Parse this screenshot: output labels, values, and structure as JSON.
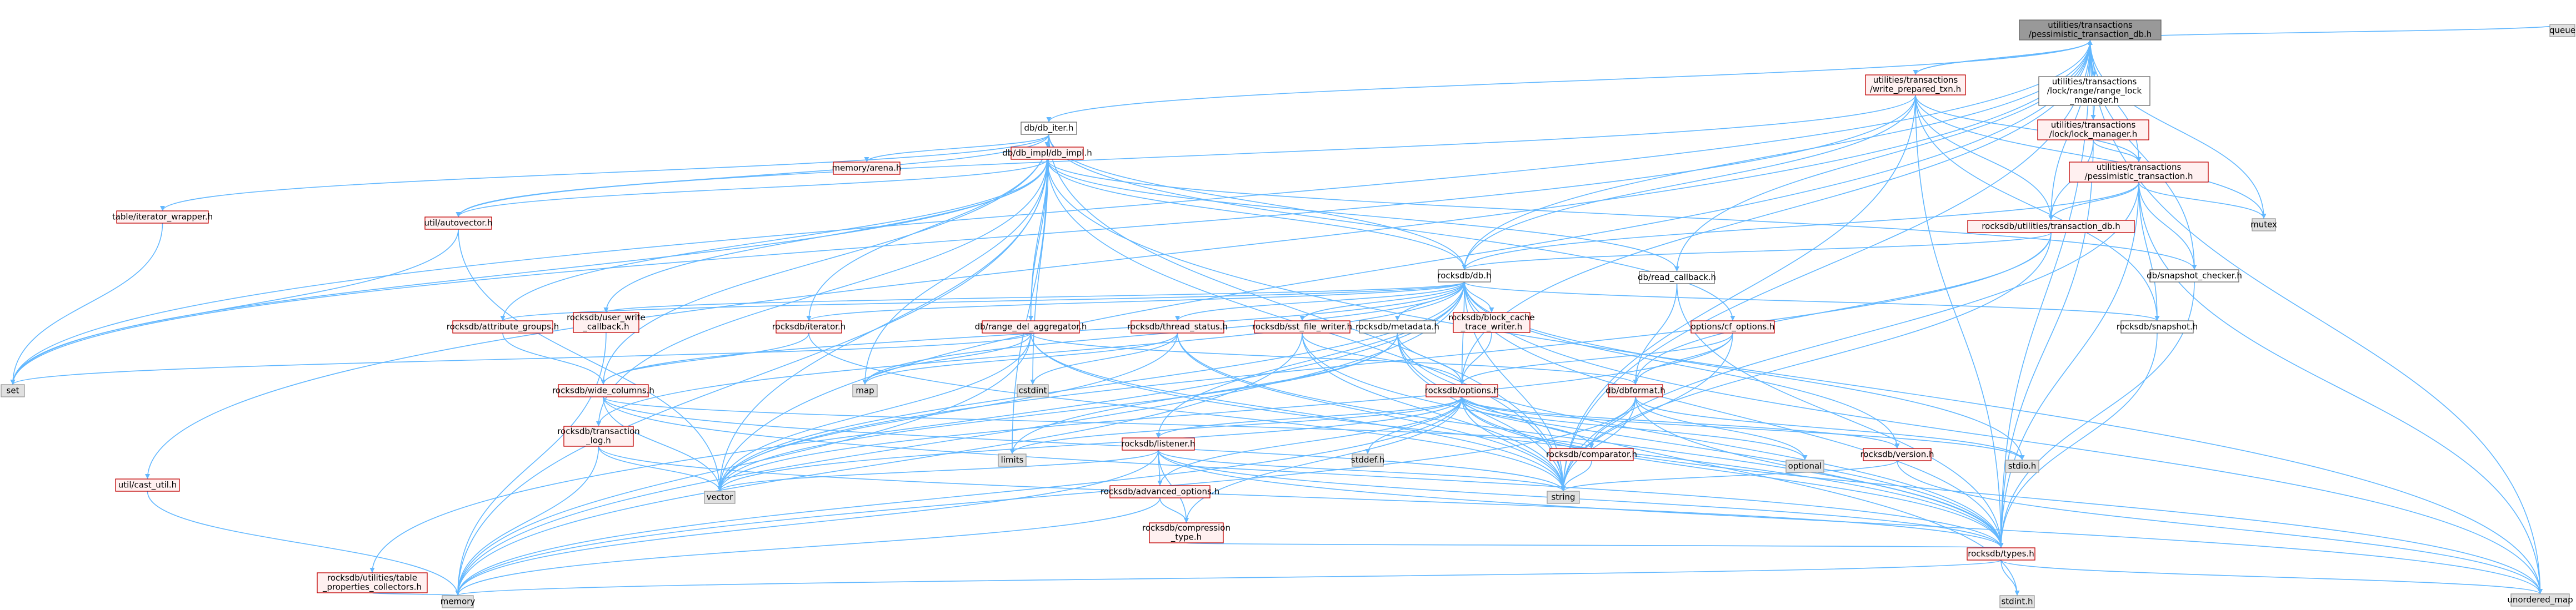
{
  "nodes": [
    {
      "id": "root",
      "lines": [
        "utilities/transactions",
        "/pessimistic_transaction_db.h"
      ],
      "kind": "root"
    },
    {
      "id": "queue",
      "lines": [
        "queue"
      ],
      "kind": "sys"
    },
    {
      "id": "lock_mgr_rl",
      "lines": [
        "utilities/transactions",
        "/lock/range/range_lock",
        "_manager.h"
      ],
      "kind": "plain"
    },
    {
      "id": "write_prepared",
      "lines": [
        "utilities/transactions",
        "/write_prepared_txn.h"
      ],
      "kind": "red"
    },
    {
      "id": "lock_mgr",
      "lines": [
        "utilities/transactions",
        "/lock/lock_manager.h"
      ],
      "kind": "red"
    },
    {
      "id": "pess_txn",
      "lines": [
        "utilities/transactions",
        "/pessimistic_transaction.h"
      ],
      "kind": "red"
    },
    {
      "id": "db_iter",
      "lines": [
        "db/db_iter.h"
      ],
      "kind": "plain"
    },
    {
      "id": "txn_db",
      "lines": [
        "rocksdb/utilities/transaction_db.h"
      ],
      "kind": "red"
    },
    {
      "id": "mutex",
      "lines": [
        "mutex"
      ],
      "kind": "sys"
    },
    {
      "id": "db_impl",
      "lines": [
        "db/db_impl/db_impl.h"
      ],
      "kind": "red"
    },
    {
      "id": "memory_arena",
      "lines": [
        "memory/arena.h"
      ],
      "kind": "red"
    },
    {
      "id": "table_iter_wrapper",
      "lines": [
        "table/iterator_wrapper.h"
      ],
      "kind": "red"
    },
    {
      "id": "autovector",
      "lines": [
        "util/autovector.h"
      ],
      "kind": "red"
    },
    {
      "id": "rocksdb_db",
      "lines": [
        "rocksdb/db.h"
      ],
      "kind": "plain"
    },
    {
      "id": "read_callback",
      "lines": [
        "db/read_callback.h"
      ],
      "kind": "plain"
    },
    {
      "id": "snapshot_checker",
      "lines": [
        "db/snapshot_checker.h"
      ],
      "kind": "plain"
    },
    {
      "id": "attribute_groups",
      "lines": [
        "rocksdb/attribute_groups.h"
      ],
      "kind": "red"
    },
    {
      "id": "user_write_cb",
      "lines": [
        "rocksdb/user_write",
        "_callback.h"
      ],
      "kind": "red"
    },
    {
      "id": "iterator",
      "lines": [
        "rocksdb/iterator.h"
      ],
      "kind": "red"
    },
    {
      "id": "range_del_agg",
      "lines": [
        "db/range_del_aggregator.h"
      ],
      "kind": "red"
    },
    {
      "id": "thread_status",
      "lines": [
        "rocksdb/thread_status.h"
      ],
      "kind": "red"
    },
    {
      "id": "sst_file_writer",
      "lines": [
        "rocksdb/sst_file_writer.h"
      ],
      "kind": "red"
    },
    {
      "id": "metadata",
      "lines": [
        "rocksdb/metadata.h"
      ],
      "kind": "plain"
    },
    {
      "id": "block_cache_trace",
      "lines": [
        "rocksdb/block_cache",
        "_trace_writer.h"
      ],
      "kind": "red"
    },
    {
      "id": "cf_options",
      "lines": [
        "options/cf_options.h"
      ],
      "kind": "red"
    },
    {
      "id": "snapshot",
      "lines": [
        "rocksdb/snapshot.h"
      ],
      "kind": "plain"
    },
    {
      "id": "set",
      "lines": [
        "set"
      ],
      "kind": "sys"
    },
    {
      "id": "map",
      "lines": [
        "map"
      ],
      "kind": "sys"
    },
    {
      "id": "cstdint",
      "lines": [
        "cstdint"
      ],
      "kind": "sys"
    },
    {
      "id": "wide_columns",
      "lines": [
        "rocksdb/wide_columns.h"
      ],
      "kind": "red"
    },
    {
      "id": "options",
      "lines": [
        "rocksdb/options.h"
      ],
      "kind": "red"
    },
    {
      "id": "dbformat",
      "lines": [
        "db/dbformat.h"
      ],
      "kind": "red"
    },
    {
      "id": "stdio",
      "lines": [
        "stdio.h"
      ],
      "kind": "sys"
    },
    {
      "id": "limits",
      "lines": [
        "limits"
      ],
      "kind": "sys"
    },
    {
      "id": "txn_log",
      "lines": [
        "rocksdb/transaction",
        "_log.h"
      ],
      "kind": "red"
    },
    {
      "id": "stddef",
      "lines": [
        "stddef.h"
      ],
      "kind": "sys"
    },
    {
      "id": "listener",
      "lines": [
        "rocksdb/listener.h"
      ],
      "kind": "red"
    },
    {
      "id": "comparator",
      "lines": [
        "rocksdb/comparator.h"
      ],
      "kind": "red"
    },
    {
      "id": "optional",
      "lines": [
        "optional"
      ],
      "kind": "sys"
    },
    {
      "id": "version",
      "lines": [
        "rocksdb/version.h"
      ],
      "kind": "red"
    },
    {
      "id": "vector",
      "lines": [
        "vector"
      ],
      "kind": "sys"
    },
    {
      "id": "string",
      "lines": [
        "string"
      ],
      "kind": "sys"
    },
    {
      "id": "adv_options",
      "lines": [
        "rocksdb/advanced_options.h"
      ],
      "kind": "red"
    },
    {
      "id": "compression_type",
      "lines": [
        "rocksdb/compression",
        "_type.h"
      ],
      "kind": "red"
    },
    {
      "id": "cast_util",
      "lines": [
        "util/cast_util.h"
      ],
      "kind": "red"
    },
    {
      "id": "tbl_props_coll",
      "lines": [
        "rocksdb/utilities/table",
        "_properties_collectors.h"
      ],
      "kind": "red"
    },
    {
      "id": "types",
      "lines": [
        "rocksdb/types.h"
      ],
      "kind": "red"
    },
    {
      "id": "memory",
      "lines": [
        "memory"
      ],
      "kind": "sys"
    },
    {
      "id": "stdint",
      "lines": [
        "stdint.h"
      ],
      "kind": "sys"
    },
    {
      "id": "unordered_map",
      "lines": [
        "unordered_map"
      ],
      "kind": "sys"
    }
  ],
  "edges": [
    [
      "root",
      "queue"
    ],
    [
      "root",
      "lock_mgr_rl"
    ],
    [
      "root",
      "write_prepared"
    ],
    [
      "root",
      "lock_mgr"
    ],
    [
      "root",
      "pess_txn"
    ],
    [
      "root",
      "db_iter"
    ],
    [
      "root",
      "txn_db"
    ],
    [
      "root",
      "mutex"
    ],
    [
      "root",
      "rocksdb_db"
    ],
    [
      "root",
      "read_callback"
    ],
    [
      "root",
      "snapshot_checker"
    ],
    [
      "root",
      "options"
    ],
    [
      "root",
      "set"
    ],
    [
      "root",
      "vector"
    ],
    [
      "root",
      "string"
    ],
    [
      "root",
      "unordered_map"
    ],
    [
      "root",
      "cast_util"
    ],
    [
      "root",
      "types"
    ],
    [
      "lock_mgr_rl",
      "lock_mgr"
    ],
    [
      "write_prepared",
      "root"
    ],
    [
      "write_prepared",
      "pess_txn"
    ],
    [
      "write_prepared",
      "txn_db"
    ],
    [
      "write_prepared",
      "mutex"
    ],
    [
      "write_prepared",
      "rocksdb_db"
    ],
    [
      "write_prepared",
      "autovector"
    ],
    [
      "write_prepared",
      "snapshot"
    ],
    [
      "write_prepared",
      "set"
    ],
    [
      "write_prepared",
      "string"
    ],
    [
      "write_prepared",
      "types"
    ],
    [
      "lock_mgr",
      "pess_txn"
    ],
    [
      "lock_mgr",
      "txn_db"
    ],
    [
      "lock_mgr",
      "types"
    ],
    [
      "pess_txn",
      "txn_db"
    ],
    [
      "pess_txn",
      "rocksdb_db"
    ],
    [
      "pess_txn",
      "snapshot"
    ],
    [
      "pess_txn",
      "mutex"
    ],
    [
      "pess_txn",
      "snapshot_checker"
    ],
    [
      "pess_txn",
      "unordered_map"
    ],
    [
      "pess_txn",
      "string"
    ],
    [
      "pess_txn",
      "types"
    ],
    [
      "db_iter",
      "memory_arena"
    ],
    [
      "db_iter",
      "table_iter_wrapper"
    ],
    [
      "db_iter",
      "autovector"
    ],
    [
      "db_iter",
      "db_impl"
    ],
    [
      "db_iter",
      "rocksdb_db"
    ],
    [
      "db_iter",
      "range_del_agg"
    ],
    [
      "db_iter",
      "cf_options"
    ],
    [
      "db_iter",
      "iterator"
    ],
    [
      "db_iter",
      "string"
    ],
    [
      "db_iter",
      "cstdint"
    ],
    [
      "db_iter",
      "wide_columns"
    ],
    [
      "txn_db",
      "rocksdb_db"
    ],
    [
      "txn_db",
      "dbformat"
    ],
    [
      "txn_db",
      "string"
    ],
    [
      "txn_db",
      "vector"
    ],
    [
      "db_impl",
      "rocksdb_db"
    ],
    [
      "db_impl",
      "read_callback"
    ],
    [
      "db_impl",
      "snapshot_checker"
    ],
    [
      "db_impl",
      "autovector"
    ],
    [
      "db_impl",
      "range_del_agg"
    ],
    [
      "db_impl",
      "attribute_groups"
    ],
    [
      "db_impl",
      "user_write_cb"
    ],
    [
      "db_impl",
      "map"
    ],
    [
      "db_impl",
      "set"
    ],
    [
      "db_impl",
      "limits"
    ],
    [
      "db_impl",
      "vector"
    ],
    [
      "db_impl",
      "string"
    ],
    [
      "db_impl",
      "unordered_map"
    ],
    [
      "db_impl",
      "txn_log"
    ],
    [
      "db_impl",
      "memory"
    ],
    [
      "table_iter_wrapper",
      "set"
    ],
    [
      "autovector",
      "vector"
    ],
    [
      "autovector",
      "set"
    ],
    [
      "rocksdb_db",
      "attribute_groups"
    ],
    [
      "rocksdb_db",
      "user_write_cb"
    ],
    [
      "rocksdb_db",
      "iterator"
    ],
    [
      "rocksdb_db",
      "thread_status"
    ],
    [
      "rocksdb_db",
      "sst_file_writer"
    ],
    [
      "rocksdb_db",
      "metadata"
    ],
    [
      "rocksdb_db",
      "block_cache_trace"
    ],
    [
      "rocksdb_db",
      "options"
    ],
    [
      "rocksdb_db",
      "snapshot"
    ],
    [
      "rocksdb_db",
      "txn_log"
    ],
    [
      "rocksdb_db",
      "listener"
    ],
    [
      "rocksdb_db",
      "types"
    ],
    [
      "rocksdb_db",
      "version"
    ],
    [
      "rocksdb_db",
      "wide_columns"
    ],
    [
      "rocksdb_db",
      "map"
    ],
    [
      "rocksdb_db",
      "vector"
    ],
    [
      "rocksdb_db",
      "string"
    ],
    [
      "rocksdb_db",
      "memory"
    ],
    [
      "rocksdb_db",
      "stdio"
    ],
    [
      "rocksdb_db",
      "unordered_map"
    ],
    [
      "rocksdb_db",
      "tbl_props_coll"
    ],
    [
      "read_callback",
      "dbformat"
    ],
    [
      "read_callback",
      "types"
    ],
    [
      "snapshot_checker",
      "types"
    ],
    [
      "attribute_groups",
      "wide_columns"
    ],
    [
      "user_write_cb",
      "memory"
    ],
    [
      "iterator",
      "wide_columns"
    ],
    [
      "iterator",
      "string"
    ],
    [
      "range_del_agg",
      "dbformat"
    ],
    [
      "range_del_agg",
      "vector"
    ],
    [
      "range_del_agg",
      "map"
    ],
    [
      "range_del_agg",
      "set"
    ],
    [
      "range_del_agg",
      "memory"
    ],
    [
      "range_del_agg",
      "string"
    ],
    [
      "range_del_agg",
      "types"
    ],
    [
      "thread_status",
      "cstdint"
    ],
    [
      "thread_status",
      "map"
    ],
    [
      "thread_status",
      "string"
    ],
    [
      "thread_status",
      "vector"
    ],
    [
      "thread_status",
      "types"
    ],
    [
      "sst_file_writer",
      "options"
    ],
    [
      "sst_file_writer",
      "string"
    ],
    [
      "sst_file_writer",
      "memory"
    ],
    [
      "sst_file_writer",
      "types"
    ],
    [
      "metadata",
      "options"
    ],
    [
      "metadata",
      "types"
    ],
    [
      "metadata",
      "limits"
    ],
    [
      "metadata",
      "string"
    ],
    [
      "metadata",
      "vector"
    ],
    [
      "metadata",
      "stdint"
    ],
    [
      "block_cache_trace",
      "options"
    ],
    [
      "cf_options",
      "dbformat"
    ],
    [
      "cf_options",
      "options"
    ],
    [
      "cf_options",
      "string"
    ],
    [
      "cf_options",
      "vector"
    ],
    [
      "snapshot",
      "types"
    ],
    [
      "wide_columns",
      "comparator"
    ],
    [
      "wide_columns",
      "string"
    ],
    [
      "wide_columns",
      "vector"
    ],
    [
      "wide_columns",
      "types"
    ],
    [
      "options",
      "listener"
    ],
    [
      "options",
      "adv_options"
    ],
    [
      "options",
      "comparator"
    ],
    [
      "options",
      "version"
    ],
    [
      "options",
      "types"
    ],
    [
      "options",
      "stddef"
    ],
    [
      "options",
      "optional"
    ],
    [
      "options",
      "limits"
    ],
    [
      "options",
      "string"
    ],
    [
      "options",
      "vector"
    ],
    [
      "options",
      "memory"
    ],
    [
      "options",
      "unordered_map"
    ],
    [
      "options",
      "stdio"
    ],
    [
      "options",
      "compression_type"
    ],
    [
      "dbformat",
      "stdio"
    ],
    [
      "dbformat",
      "comparator"
    ],
    [
      "dbformat",
      "types"
    ],
    [
      "dbformat",
      "optional"
    ],
    [
      "dbformat",
      "string"
    ],
    [
      "dbformat",
      "memory"
    ],
    [
      "txn_log",
      "types"
    ],
    [
      "txn_log",
      "vector"
    ],
    [
      "txn_log",
      "memory"
    ],
    [
      "listener",
      "adv_options"
    ],
    [
      "listener",
      "compression_type"
    ],
    [
      "listener",
      "types"
    ],
    [
      "listener",
      "string"
    ],
    [
      "listener",
      "vector"
    ],
    [
      "listener",
      "memory"
    ],
    [
      "listener",
      "unordered_map"
    ],
    [
      "comparator",
      "string"
    ],
    [
      "version",
      "string"
    ],
    [
      "version",
      "unordered_map"
    ],
    [
      "adv_options",
      "compression_type"
    ],
    [
      "adv_options",
      "memory"
    ],
    [
      "compression_type",
      "types"
    ],
    [
      "cast_util",
      "memory"
    ],
    [
      "tbl_props_coll",
      "memory"
    ],
    [
      "types",
      "memory"
    ],
    [
      "types",
      "stdint"
    ],
    [
      "types",
      "unordered_map"
    ]
  ],
  "colors": {
    "edge": "#63b8ff",
    "root_fill": "#999999",
    "root_stroke": "#666666",
    "plain_fill": "#ffffff",
    "plain_stroke": "#666666",
    "red_fill": "#fff0f0",
    "red_stroke": "#bf0000",
    "sys_fill": "#e0e0e0",
    "sys_stroke": "#999999"
  }
}
